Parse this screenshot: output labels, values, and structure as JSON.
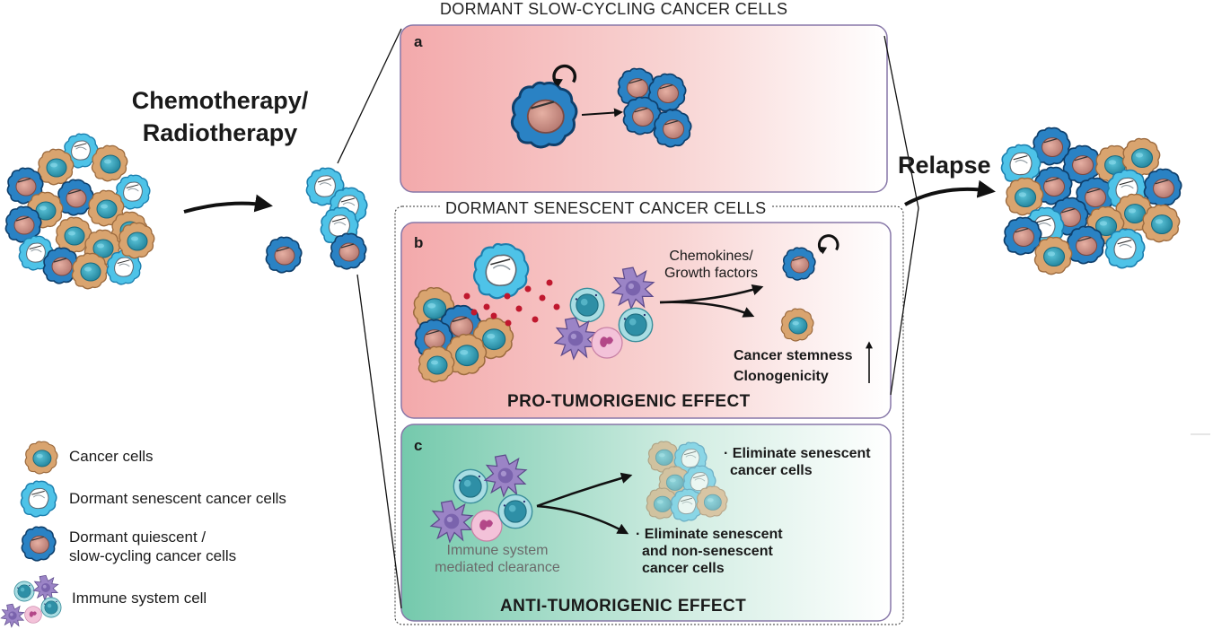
{
  "main": {
    "treatment_label": [
      "Chemotherapy/",
      "Radiotherapy"
    ],
    "relapse_label": "Relapse"
  },
  "sections": {
    "slow_cycling_title": "DORMANT SLOW-CYCLING CANCER CELLS",
    "senescent_title": "DORMANT SENESCENT CANCER CELLS"
  },
  "panel_a": {
    "letter": "a"
  },
  "panel_b": {
    "letter": "b",
    "signal_label": [
      "Chemokines/",
      "Growth factors"
    ],
    "outcome_lines": [
      "Cancer stemness",
      "Clonogenicity"
    ],
    "effect_label": "PRO-TUMORIGENIC EFFECT"
  },
  "panel_c": {
    "letter": "c",
    "clearance_label": [
      "Immune system",
      "mediated clearance"
    ],
    "outcome1": [
      "· Eliminate senescent",
      "cancer cells"
    ],
    "outcome2": [
      "· Eliminate senescent",
      "and non-senescent",
      "cancer cells"
    ],
    "effect_label": "ANTI-TUMORIGENIC EFFECT"
  },
  "legend": {
    "cancer_cells": "Cancer cells",
    "senescent": "Dormant senescent cancer cells",
    "quiescent": [
      "Dormant quiescent /",
      "slow-cycling cancer cells"
    ],
    "immune": "Immune system cell"
  },
  "colors": {
    "cancer_body": "#d6a16d",
    "cancer_nucleus": "#2e9bb3",
    "quiescent_body": "#2a82c4",
    "quiescent_nucleus": "#c98a7b",
    "senescent_body": "#4ec3e8",
    "panel_pink": "#f4b3b4",
    "panel_green": "#7fcfb3",
    "secretome_dots": "#c0182e"
  },
  "icons": {
    "cycle_arrow": "cycle-arrow-icon",
    "increase_arrow": "up-arrow-icon"
  }
}
